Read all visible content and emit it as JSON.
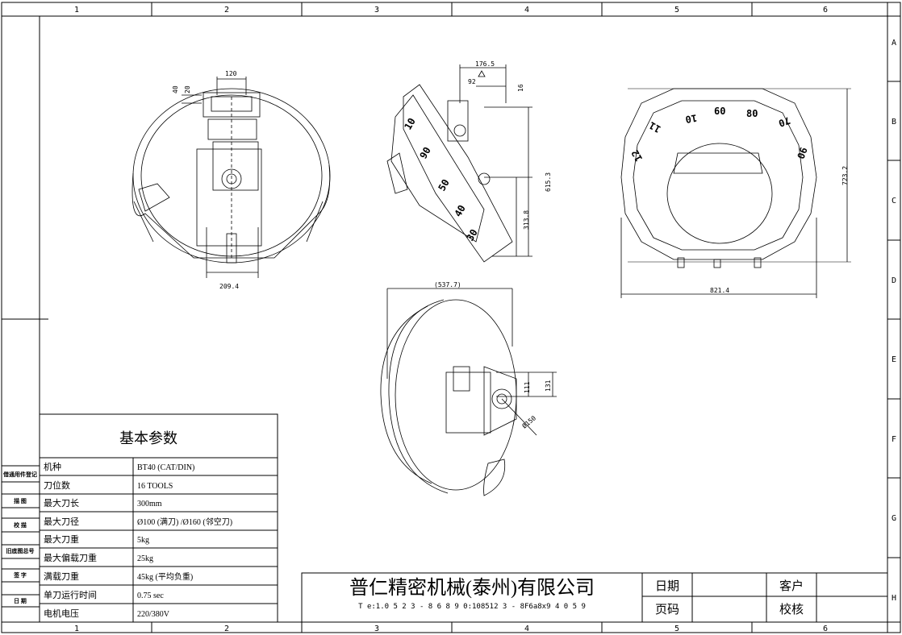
{
  "frame": {
    "columns": [
      "1",
      "2",
      "3",
      "4",
      "5",
      "6"
    ],
    "rows": [
      "A",
      "B",
      "C",
      "D",
      "E",
      "F",
      "G",
      "H"
    ]
  },
  "views": {
    "top": {
      "dims": [
        "120",
        "40",
        "20",
        "209.4"
      ]
    },
    "side": {
      "dims": [
        "176.5",
        "92",
        "16",
        "615.3",
        "313.8"
      ],
      "pockets": [
        "10",
        "90",
        "50",
        "40",
        "30"
      ]
    },
    "front": {
      "dims": [
        "723.2",
        "821.4"
      ],
      "pockets": [
        "10",
        "60",
        "80",
        "70",
        "11",
        "12",
        "90"
      ]
    },
    "bottom": {
      "dims": [
        "(537.7)",
        "131",
        "111",
        "Ø150"
      ]
    }
  },
  "params": {
    "title": "基本参数",
    "rows": [
      {
        "label": "机种",
        "value": "BT40 (CAT/DIN)"
      },
      {
        "label": "刀位数",
        "value": "16 TOOLS"
      },
      {
        "label": "最大刀长",
        "value": "300mm"
      },
      {
        "label": "最大刀径",
        "value": "Ø100 (满刀) /Ø160 (邻空刀)"
      },
      {
        "label": "最大刀重",
        "value": "5kg"
      },
      {
        "label": "最大偏载刀重",
        "value": "25kg"
      },
      {
        "label": "满载刀重",
        "value": "45kg (平均负重)"
      },
      {
        "label": "单刀运行时间",
        "value": "0.75 sec"
      },
      {
        "label": "电机电压",
        "value": "220/380V"
      }
    ]
  },
  "sidebar": {
    "labels": [
      "借通用件登记",
      "描 图",
      "校 描",
      "旧底图总号",
      "签 字",
      "日 期"
    ]
  },
  "titleblock": {
    "company": "普仁精密机械(泰州)有限公司",
    "tel": "T e:1.0 5 2 3 - 8 6 8 9 0:108512 3 - 8F6a8x9 4 0 5 9",
    "date_label": "日期",
    "page_label": "页码",
    "customer_label": "客户",
    "check_label": "校核"
  }
}
